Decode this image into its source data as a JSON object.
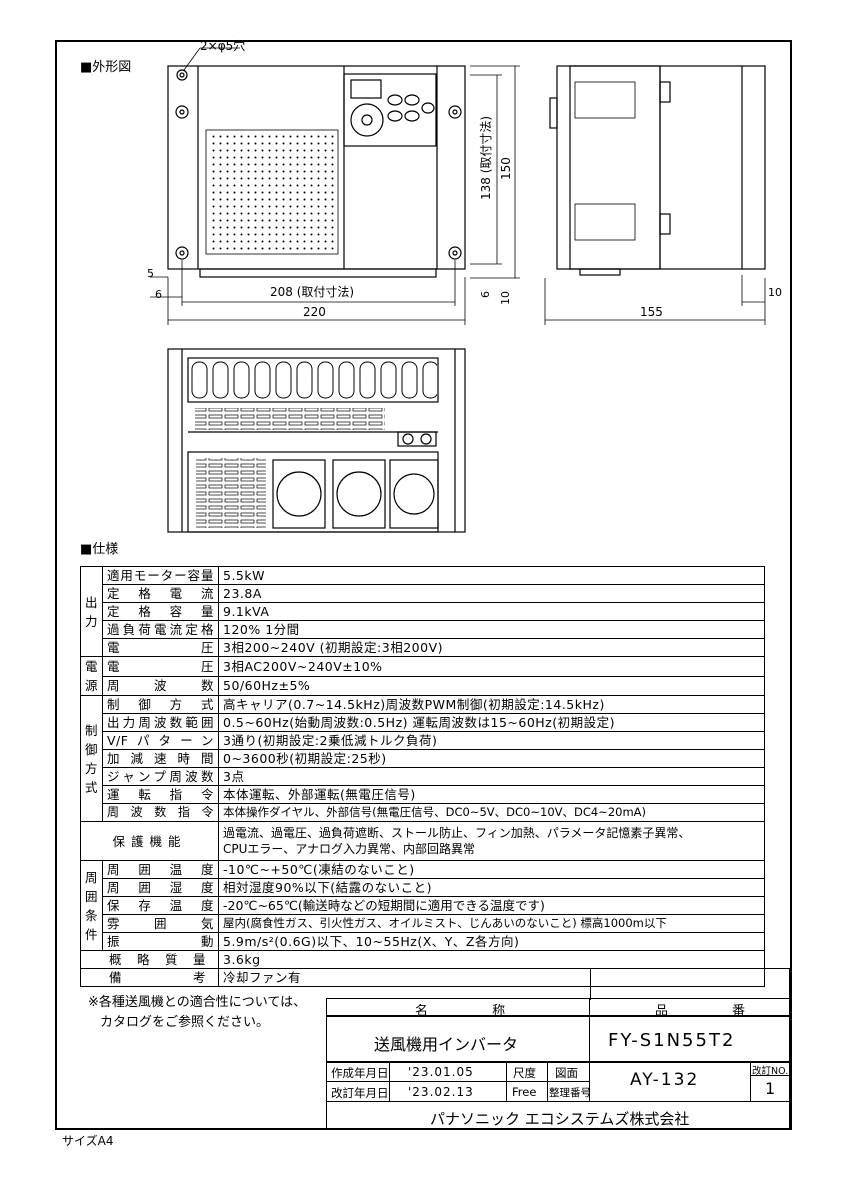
{
  "drawing": {
    "outline_title": "■外形図",
    "spec_title": "■仕様",
    "dims": {
      "holes": "2×φ5穴",
      "w208": "208 (取付寸法)",
      "w220": "220",
      "h138": "138 (取付寸法)",
      "h150": "150",
      "d155": "155",
      "d5": "5",
      "d6a": "6",
      "d6b": "6",
      "d10a": "10",
      "d10b": "10"
    }
  },
  "specs": [
    {
      "group": "出力",
      "key": "適用モーター容量",
      "value": "5.5kW"
    },
    {
      "group": "",
      "key": "定格電流",
      "value": "23.8A"
    },
    {
      "group": "",
      "key": "定格容量",
      "value": "9.1kVA"
    },
    {
      "group": "",
      "key": "過負荷電流定格",
      "value": "120% 1分間"
    },
    {
      "group": "",
      "key": "電圧",
      "value": "3相200~240V (初期設定:3相200V)"
    },
    {
      "group": "電源",
      "key": "電圧",
      "value": "3相AC200V~240V±10%"
    },
    {
      "group": "",
      "key": "周波数",
      "value": "50/60Hz±5%"
    },
    {
      "group": "制御方式",
      "key": "制御方式",
      "value": "高キャリア(0.7~14.5kHz)周波数PWM制御(初期設定:14.5kHz)"
    },
    {
      "group": "",
      "key": "出力周波数範囲",
      "value": "0.5~60Hz(始動周波数:0.5Hz) 運転周波数は15~60Hz(初期設定)"
    },
    {
      "group": "",
      "key": "V/Fパターン",
      "value": "3通り(初期設定:2乗低減トルク負荷)"
    },
    {
      "group": "",
      "key": "加減速時間",
      "value": "0~3600秒(初期設定:25秒)"
    },
    {
      "group": "",
      "key": "ジャンプ周波数",
      "value": "3点"
    },
    {
      "group": "",
      "key": "運転指令",
      "value": "本体運転、外部運転(無電圧信号)"
    },
    {
      "group": "",
      "key": "周波数指令",
      "value": "本体操作ダイヤル、外部信号(無電圧信号、DC0~5V、DC0~10V、DC4~20mA)"
    }
  ],
  "protection": {
    "key": "保護機能",
    "line1": "過電流、過電圧、過負荷遮断、ストール防止、フィン加熱、パラメータ記憶素子異常、",
    "line2": "CPUエラー、アナログ入力異常、内部回路異常"
  },
  "env": [
    {
      "group": "周囲条件",
      "key": "周囲温度",
      "value": "-10℃~+50℃(凍結のないこと)"
    },
    {
      "group": "",
      "key": "周囲湿度",
      "value": "相対湿度90%以下(結露のないこと)"
    },
    {
      "group": "",
      "key": "保存温度",
      "value": "-20℃~65℃(輸送時などの短期間に適用できる温度です)"
    },
    {
      "group": "",
      "key": "雰囲気",
      "value": "屋内(腐食性ガス、引火性ガス、オイルミスト、じんあいのないこと) 標高1000m以下"
    },
    {
      "group": "",
      "key": "振動",
      "value": "5.9m/s²(0.6G)以下、10~55Hz(X、Y、Z各方向)"
    }
  ],
  "misc": [
    {
      "key": "概略質量",
      "value": "3.6kg"
    },
    {
      "key": "備考",
      "value": "冷却ファン有"
    }
  ],
  "note": {
    "line1": "※各種送風機との適合性については、",
    "line2": "カタログをご参照ください。"
  },
  "titleblock": {
    "name_header": "名 称",
    "part_header": "品 番",
    "name": "送風機用インバータ",
    "part_no": "FY-S1N55T2",
    "created_label": "作成年月日",
    "created": "'23.01.05",
    "revised_label": "改訂年月日",
    "revised": "'23.02.13",
    "scale_label": "尺度",
    "scale": "Free",
    "drawing_label": "図面",
    "control_label": "整理番号",
    "drawing_no": "AY-132",
    "rev_label": "改訂NO.",
    "rev": "1",
    "company": "パナソニック エコシステムズ株式会社"
  },
  "size": "サイズA4"
}
